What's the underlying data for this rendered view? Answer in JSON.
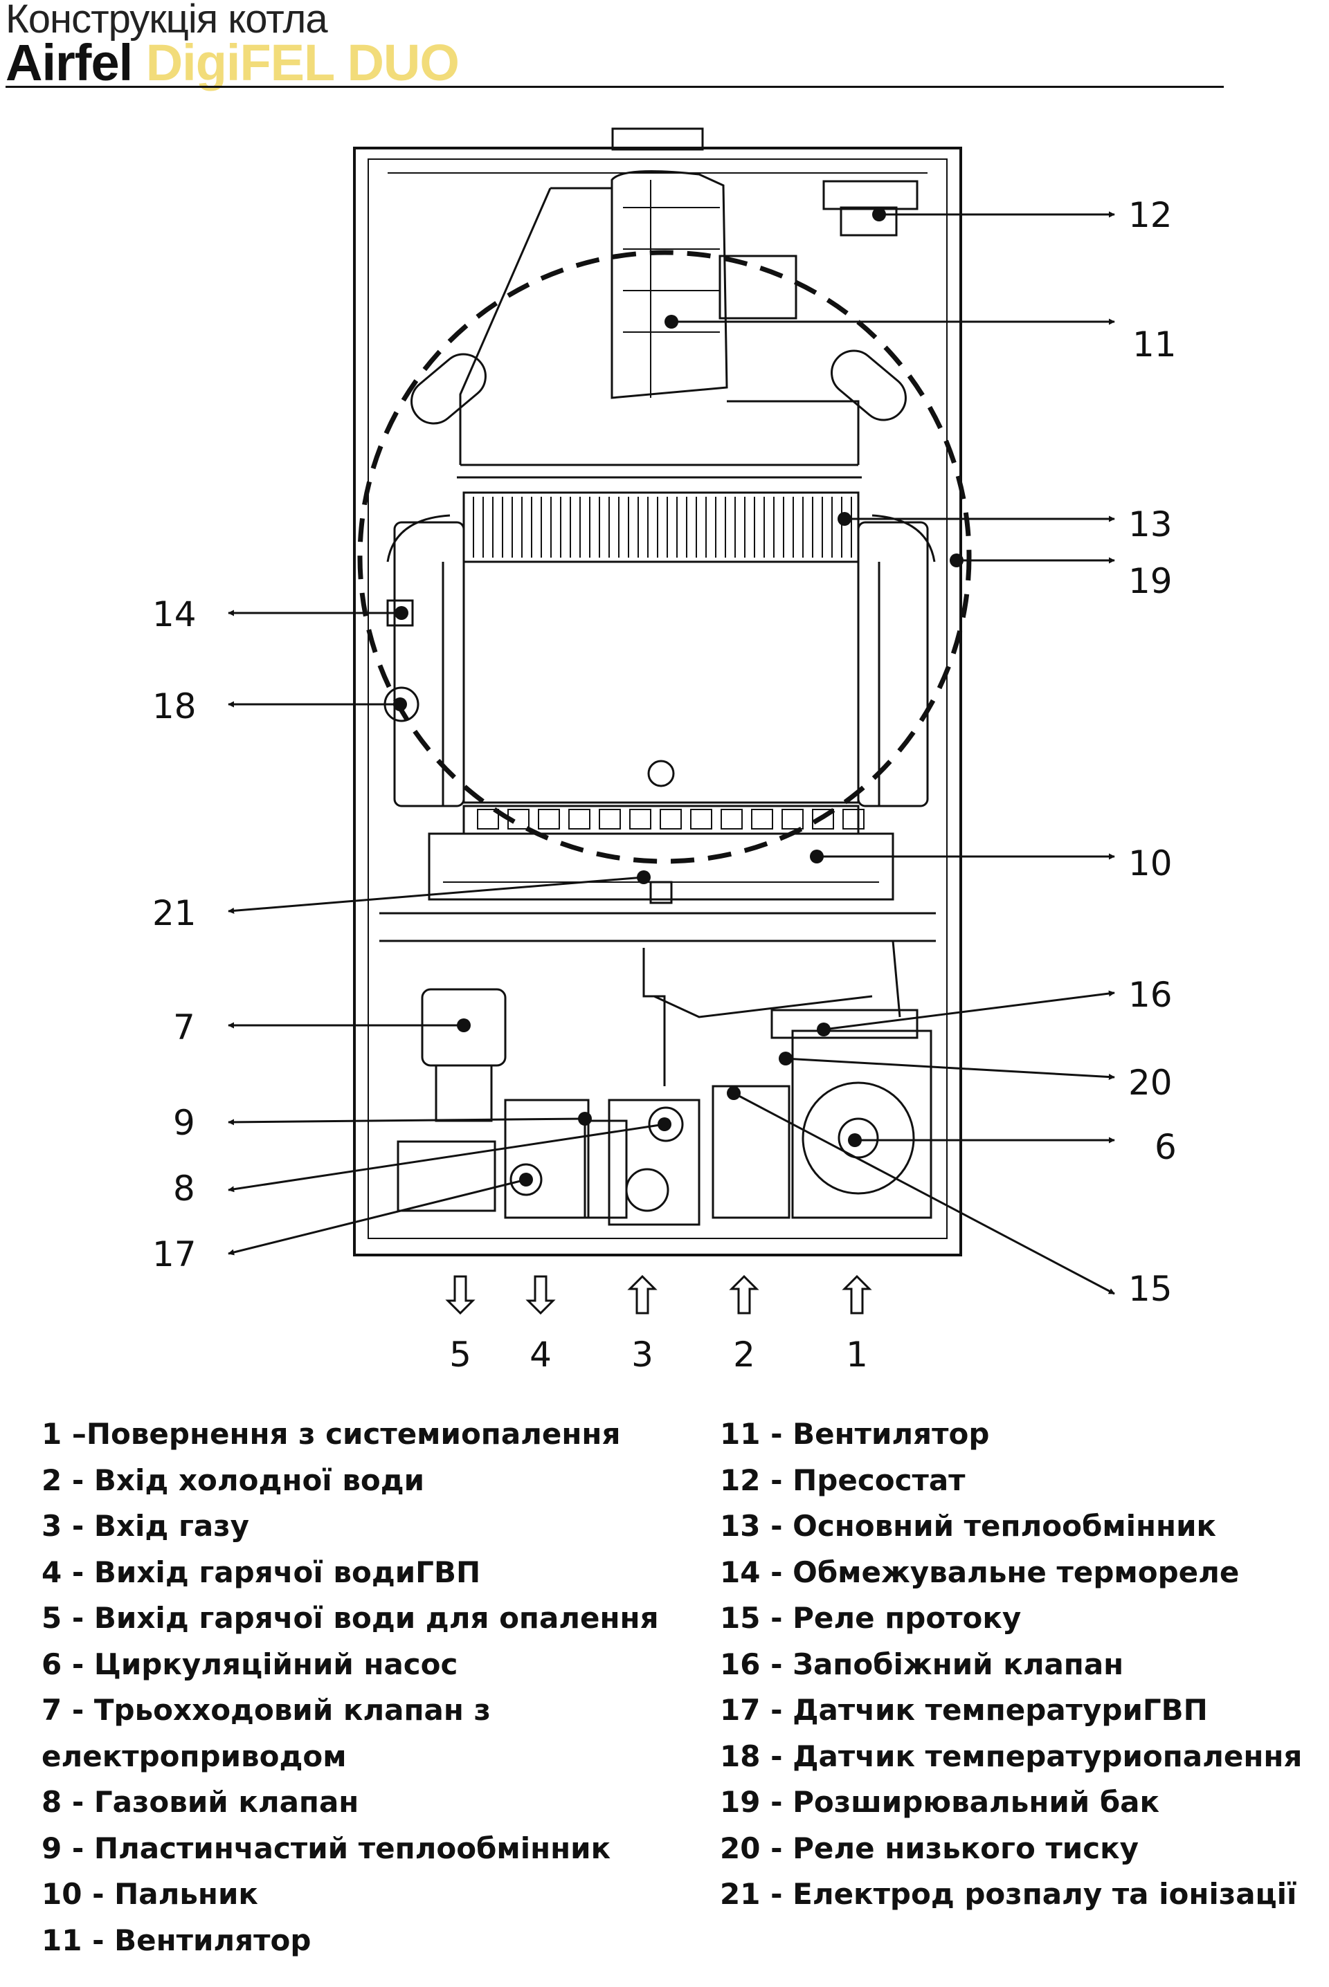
{
  "header": {
    "subtitle": "Конструкція котла",
    "brand_dark": "Airfel",
    "brand_light": "DigiFEL DUO"
  },
  "diagram": {
    "labels": {
      "12": "12",
      "11": "11",
      "13": "13",
      "19": "19",
      "10": "10",
      "16": "16",
      "20": "20",
      "6": "6",
      "15": "15",
      "14": "14",
      "18": "18",
      "21": "21",
      "7": "7",
      "9": "9",
      "8": "8",
      "17": "17"
    },
    "connections": [
      "5",
      "4",
      "3",
      "2",
      "1"
    ]
  },
  "legend": {
    "left": [
      "1 –Повернення з системиопалення",
      "2 - Вхід холодної води",
      "3 - Вхід газу",
      "4 - Вихід гарячої водиГВП",
      "5 - Вихід гарячої води для опалення",
      "6 - Циркуляційний насос",
      "7 - Трьоххoдовий клапан з",
      "електроприводом",
      "8 - Газовий клапан",
      "9 - Пластинчастий теплообмінник",
      "10 - Пальник",
      "11 - Вентилятор"
    ],
    "right": [
      "11 - Вентилятор",
      "12 - Пресостат",
      "13 - Основний теплообмінник",
      "14 - Обмежувальне термореле",
      "15 - Реле протоку",
      "16 - Запобіжний клапан",
      "17 - Датчик температуриГВП",
      "18 - Датчик температуриопалення",
      "19 - Розширювальний бак",
      "20 - Реле низького тиску",
      "21 - Електрод розпалу та іонізації"
    ]
  }
}
